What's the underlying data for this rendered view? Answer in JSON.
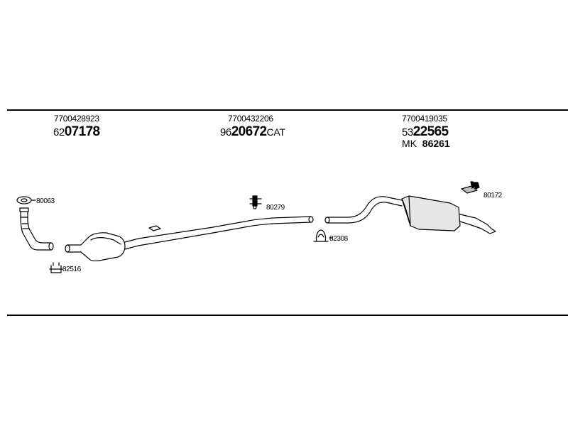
{
  "sections": [
    {
      "oe_number": "7700428923",
      "prefix": "62",
      "number": "07178",
      "suffix": ""
    },
    {
      "oe_number": "7700432206",
      "prefix": "96",
      "number": "20672",
      "suffix": "CAT"
    },
    {
      "oe_number": "7700419035",
      "prefix": "53",
      "number": "22565",
      "suffix": ""
    }
  ],
  "mount_kit": {
    "prefix": "MK",
    "number": "86261"
  },
  "parts": {
    "gasket": "80063",
    "clamp_front": "82516",
    "hanger_mid": "80279",
    "clamp_mid": "82308",
    "hanger_rear": "80172"
  },
  "colors": {
    "line": "#000000",
    "background": "#ffffff",
    "shade": "#bdbdbd"
  }
}
